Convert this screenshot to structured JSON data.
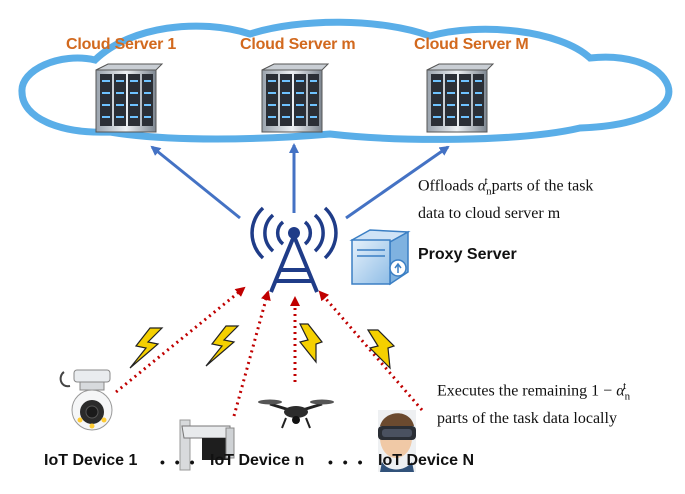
{
  "cloud": {
    "servers": [
      {
        "label": "Cloud Server 1"
      },
      {
        "label": "Cloud Server m"
      },
      {
        "label": "Cloud Server M"
      }
    ]
  },
  "proxy": {
    "label": "Proxy Server"
  },
  "notes": {
    "offload_prefix": "Offloads ",
    "offload_symbol": "α",
    "offload_sub": "n",
    "offload_sup": "t",
    "offload_line1_suffix": " parts of the task",
    "offload_line2": "data to cloud server m",
    "local_line1_prefix": "Executes the remaining 1 − ",
    "local_symbol": "α",
    "local_sub": "n",
    "local_sup": "t",
    "local_line2": "parts of the task data locally"
  },
  "devices": [
    {
      "label": "IoT Device 1"
    },
    {
      "label": "IoT Device n"
    },
    {
      "label": "IoT Device N"
    }
  ],
  "separators": [
    "• • •",
    "• • •"
  ],
  "colors": {
    "cloud_outline": "#5aaee8",
    "arrow_blue": "#4472c4",
    "arrow_red": "#c00000",
    "server_label": "#d2691e",
    "tower": "#1f3c88",
    "lightning": "#f5d000"
  }
}
